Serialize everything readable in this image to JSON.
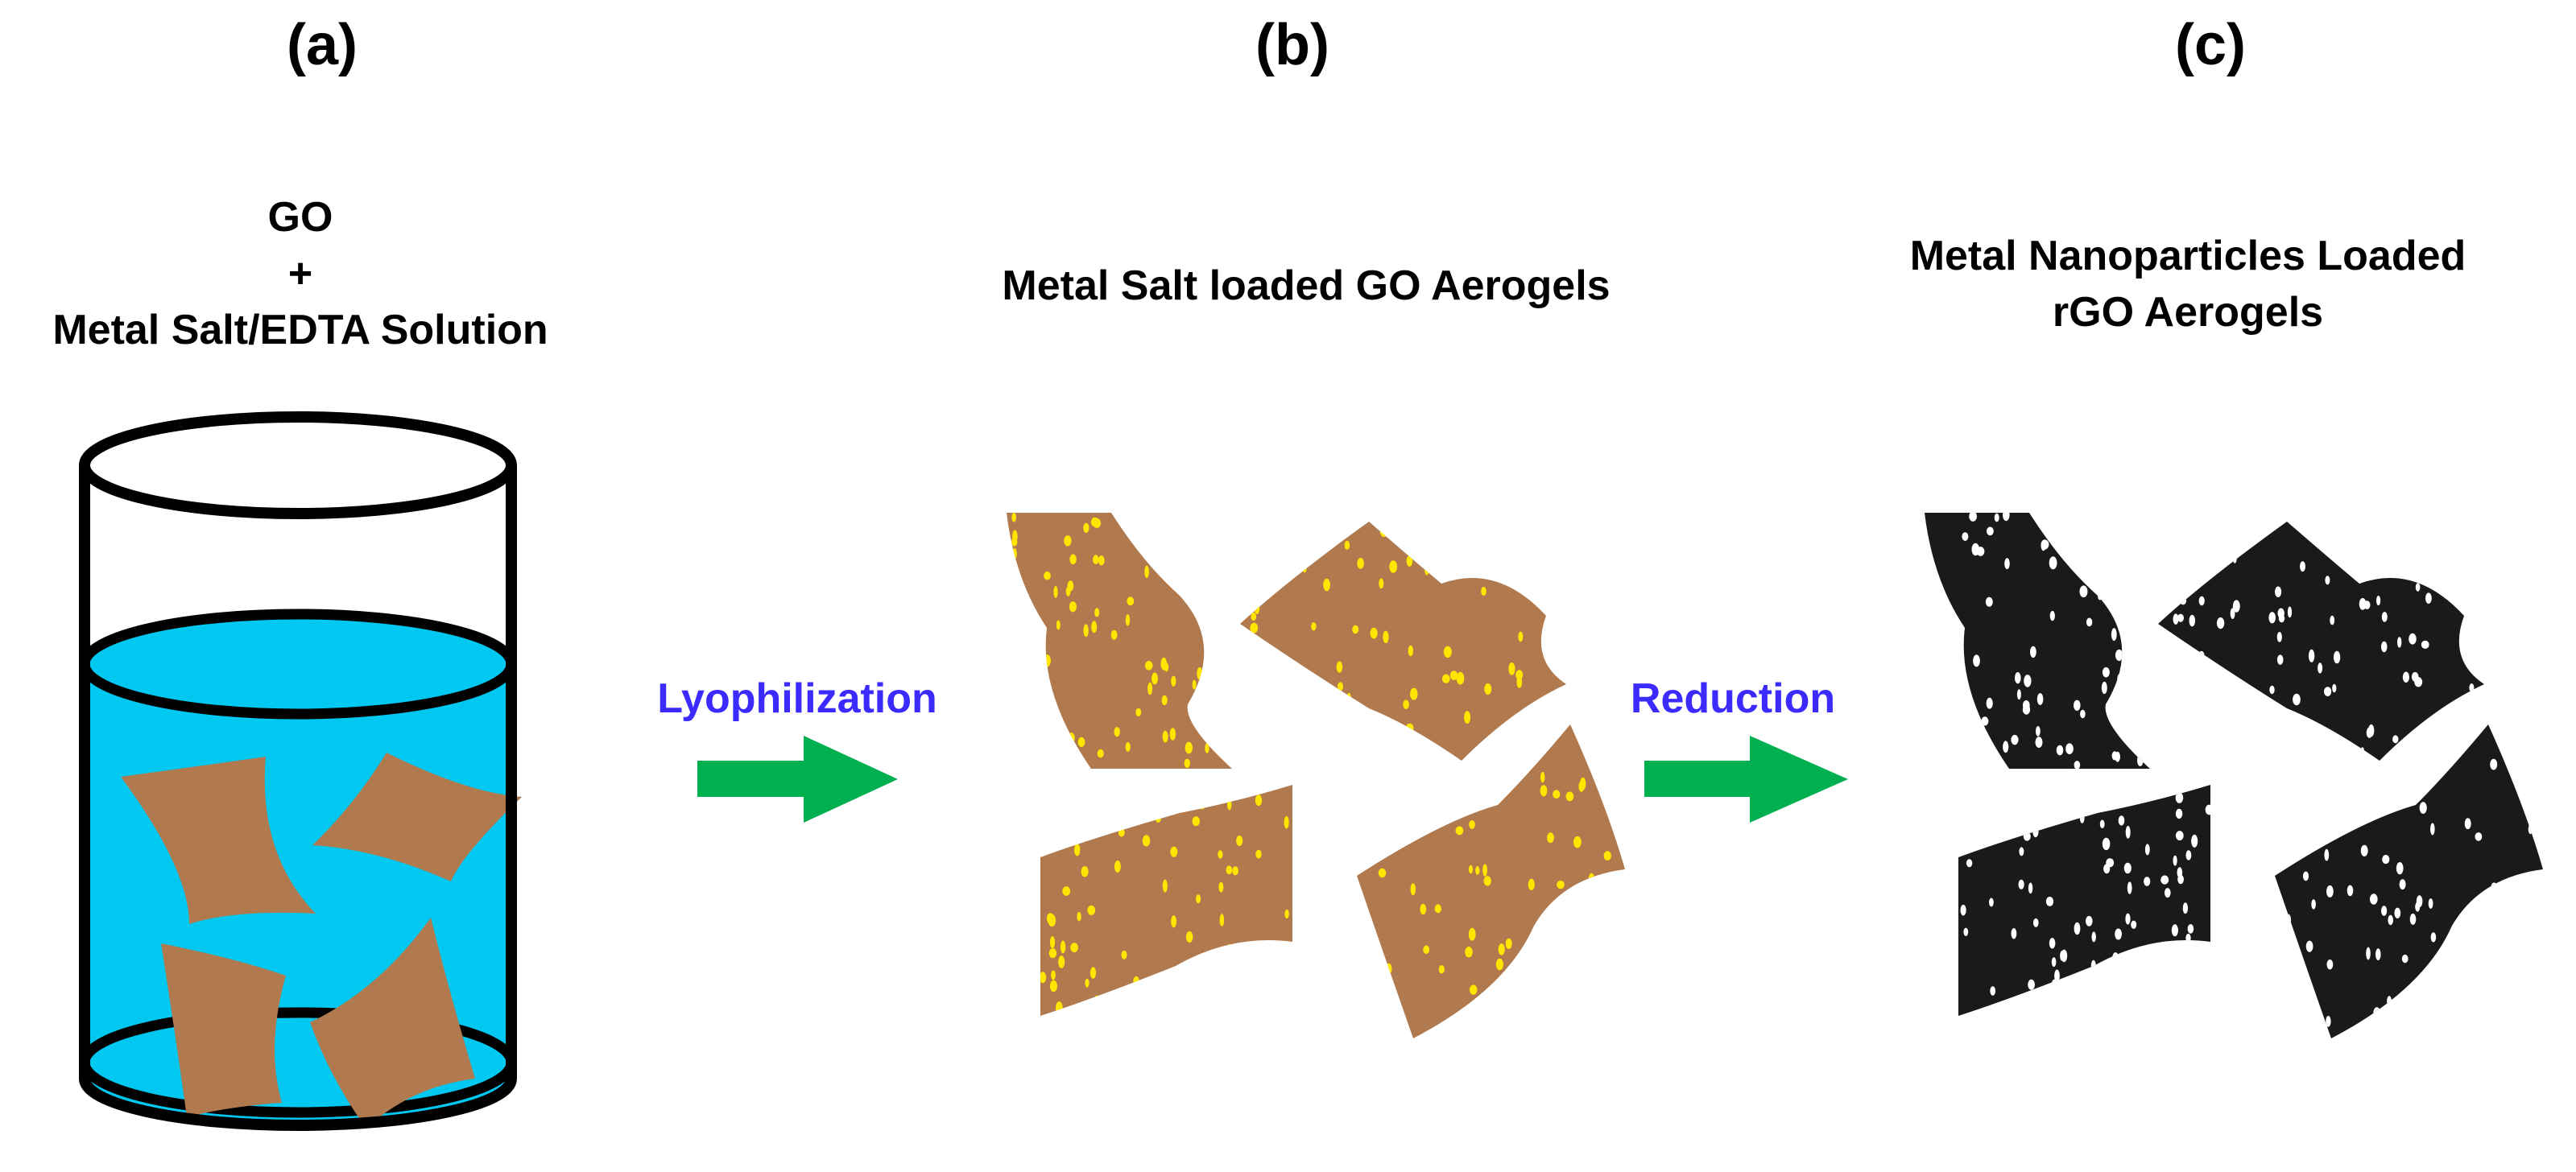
{
  "panels": [
    {
      "label": "(a)",
      "caption": [
        "GO",
        "+",
        "Metal Salt/EDTA Solution"
      ]
    },
    {
      "label": "(b)",
      "caption": [
        "Metal Salt loaded GO Aerogels"
      ]
    },
    {
      "label": "(c)",
      "caption": [
        "Metal Nanoparticles Loaded",
        "rGO Aerogels"
      ]
    }
  ],
  "steps": [
    {
      "label": "Lyophilization"
    },
    {
      "label": "Reduction"
    }
  ],
  "colors": {
    "solution": "#00c8f0",
    "go_sheet": "#b07a4e",
    "rgo_sheet": "#1a1a1a",
    "salt_dots": "#ffe600",
    "nanoparticle_dots": "#ffffff",
    "arrow": "#00b050",
    "step_text": "#3b2bff"
  }
}
